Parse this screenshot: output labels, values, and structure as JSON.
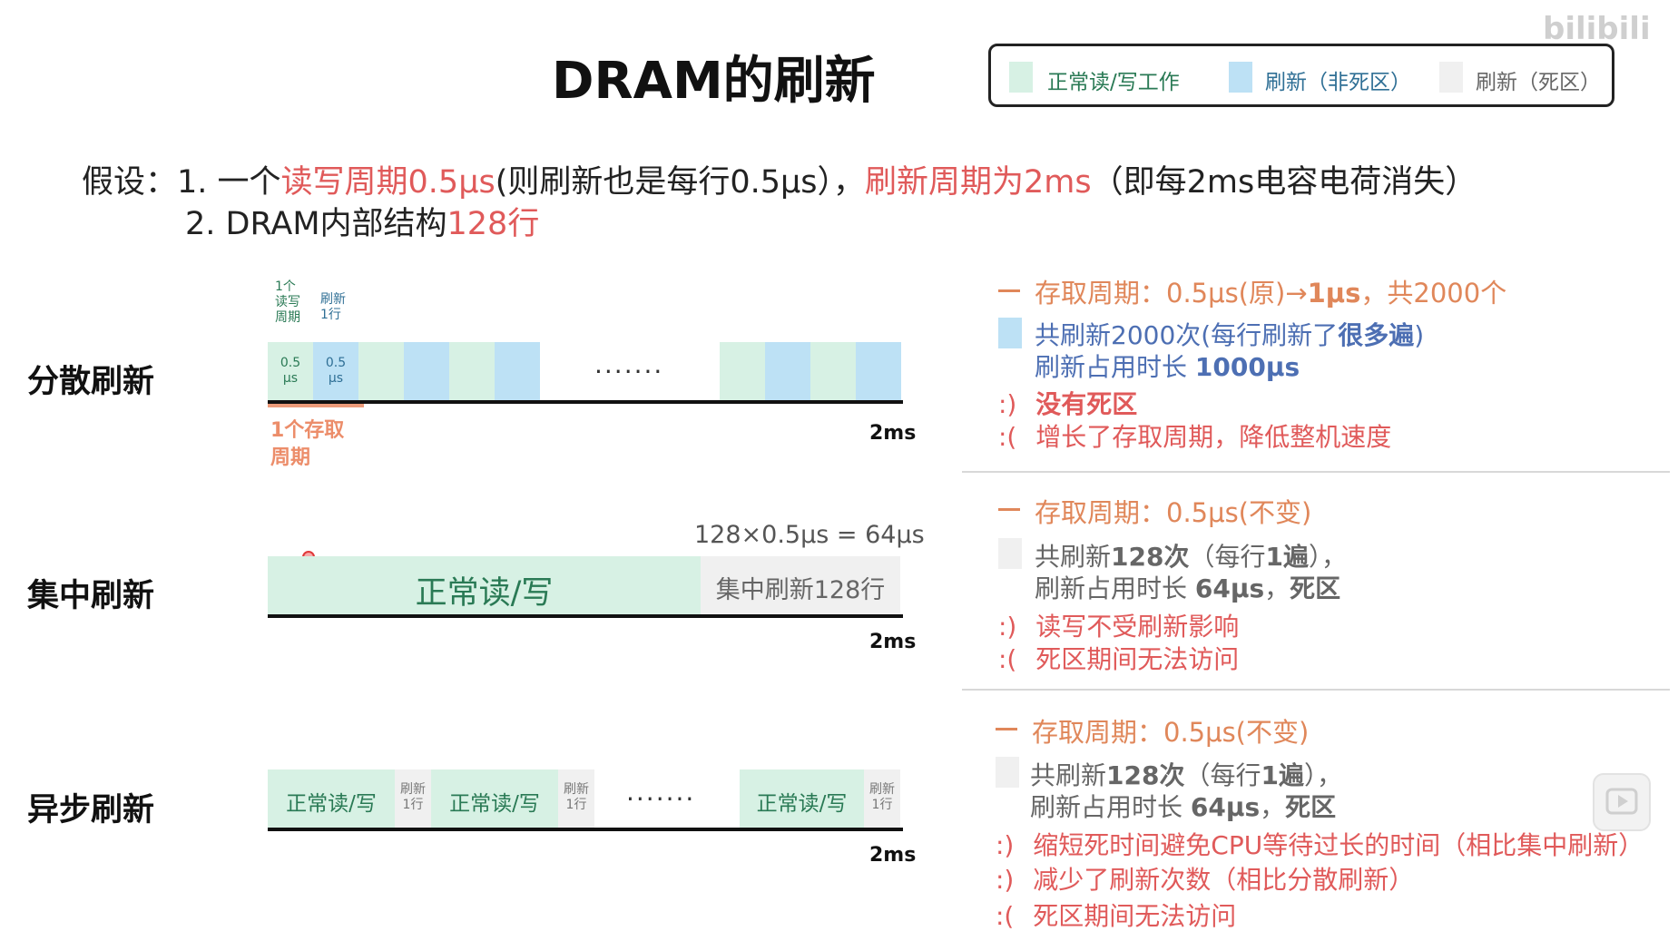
{
  "title": "DRAM的刷新",
  "legend": {
    "items": [
      {
        "label": "正常读/写工作",
        "color": "#d7f1e4"
      },
      {
        "label": "刷新（非死区）",
        "color": "#bde1f5"
      },
      {
        "label": "刷新（死区）",
        "color": "#f0f0f0"
      }
    ]
  },
  "assumption": {
    "prefix": "假设：1. 一个",
    "rw_cycle": "读写周期0.5μs",
    "mid": "(则刷新也是每行0.5μs），",
    "refresh_cycle": "刷新周期为2ms",
    "suffix": "（即每2ms电容电荷消失）",
    "line2_prefix": "2. DRAM内部结构",
    "line2_red": "128行"
  },
  "scattered": {
    "label": "分散刷新",
    "rw_label": "1个\n读写\n周期",
    "refresh_label": "刷新\n1行",
    "cell1": "0.5\nμs",
    "cell2": "0.5\nμs",
    "dots": ".......",
    "access_cycle_label": "1个存取\n周期",
    "end": "2ms"
  },
  "centralized": {
    "label": "集中刷新",
    "formula": "128×0.5μs = 64μs",
    "normal": "正常读/写",
    "refresh": "集中刷新128行",
    "end": "2ms"
  },
  "async": {
    "label": "异步刷新",
    "normal": "正常读/写",
    "refresh": "刷新\n1行",
    "dots": ".......",
    "end": "2ms"
  },
  "right": {
    "scattered": {
      "title": "存取周期：0.5μs(原)→",
      "title_bold": "1μs",
      "title_end": "，共2000个",
      "line1": "共刷新2000次(每行刷新了",
      "line1_bold": "很多遍",
      "line1_end": ")",
      "line2": "刷新占用时长 ",
      "line2_bold": "1000μs",
      "pro": "没有死区",
      "pro_face": ":)",
      "con": "增长了存取周期，降低整机速度",
      "con_face": ":("
    },
    "centralized": {
      "title": "存取周期：0.5μs(不变)",
      "line1": "共刷新",
      "line1_bold": "128次",
      "line1_mid": "（每行",
      "line1_bold2": "1遍",
      "line1_end": "），",
      "line2": "刷新占用时长 ",
      "line2_bold": "64μs",
      "line2_end": "，",
      "line2_bold2": "死区",
      "pro": "读写不受刷新影响",
      "pro_face": ":)",
      "con": "死区期间无法访问",
      "con_face": ":("
    },
    "async": {
      "title": "存取周期：0.5μs(不变)",
      "line1": "共刷新",
      "line1_bold": "128次",
      "line1_mid": "（每行",
      "line1_bold2": "1遍",
      "line1_end": "），",
      "line2": "刷新占用时长 ",
      "line2_bold": "64μs",
      "line2_end": "，",
      "line2_bold2": "死区",
      "pro1": "缩短死时间避免CPU等待过长的时间（相比集中刷新）",
      "pro1_face": ":)",
      "pro2": "减少了刷新次数（相比分散刷新）",
      "pro2_face": ":)",
      "con": "死区期间无法访问",
      "con_face": ":("
    }
  },
  "watermark": "bilibili",
  "icons": {
    "play": "play-icon"
  }
}
